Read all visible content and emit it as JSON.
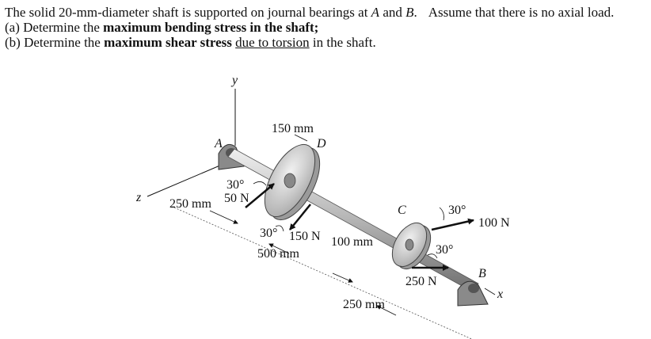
{
  "problem": {
    "line1_a": "The solid 20-mm-diameter shaft is supported on journal bearings at ",
    "line1_A": "A",
    "line1_b": " and ",
    "line1_B": "B",
    "line1_c": ".",
    "line1_d": "Assume that there is no axial load.",
    "line2_a": "(a)  Determine the ",
    "line2_bold": "maximum bending stress in the shaft;",
    "line3_a": "(b)  Determine the ",
    "line3_bold": "maximum shear stress",
    "line3_b": " ",
    "line3_u": "due to torsion",
    "line3_c": " in the shaft."
  },
  "figure": {
    "labels": {
      "y_axis": "y",
      "z_axis": "z",
      "x_axis": "x",
      "point_a": "A",
      "point_b": "B",
      "point_c": "C",
      "point_d": "D",
      "dim_150": "150 mm",
      "dim_250_left": "250 mm",
      "dim_500": "500 mm",
      "dim_100": "100 mm",
      "dim_250_bottom": "250 mm",
      "angle_30_upper_left": "30°",
      "force_50": "50 N",
      "angle_30_lower_left": "30°",
      "force_150": "150 N",
      "angle_30_upper_right": "30°",
      "force_100": "100 N",
      "angle_30_lower_right": "30°",
      "force_250": "250 N"
    },
    "colors": {
      "shaft": "#b9b9b9",
      "pulley": "#d7d7d7",
      "bearing": "#8a8a8a",
      "ink": "#111111"
    }
  }
}
